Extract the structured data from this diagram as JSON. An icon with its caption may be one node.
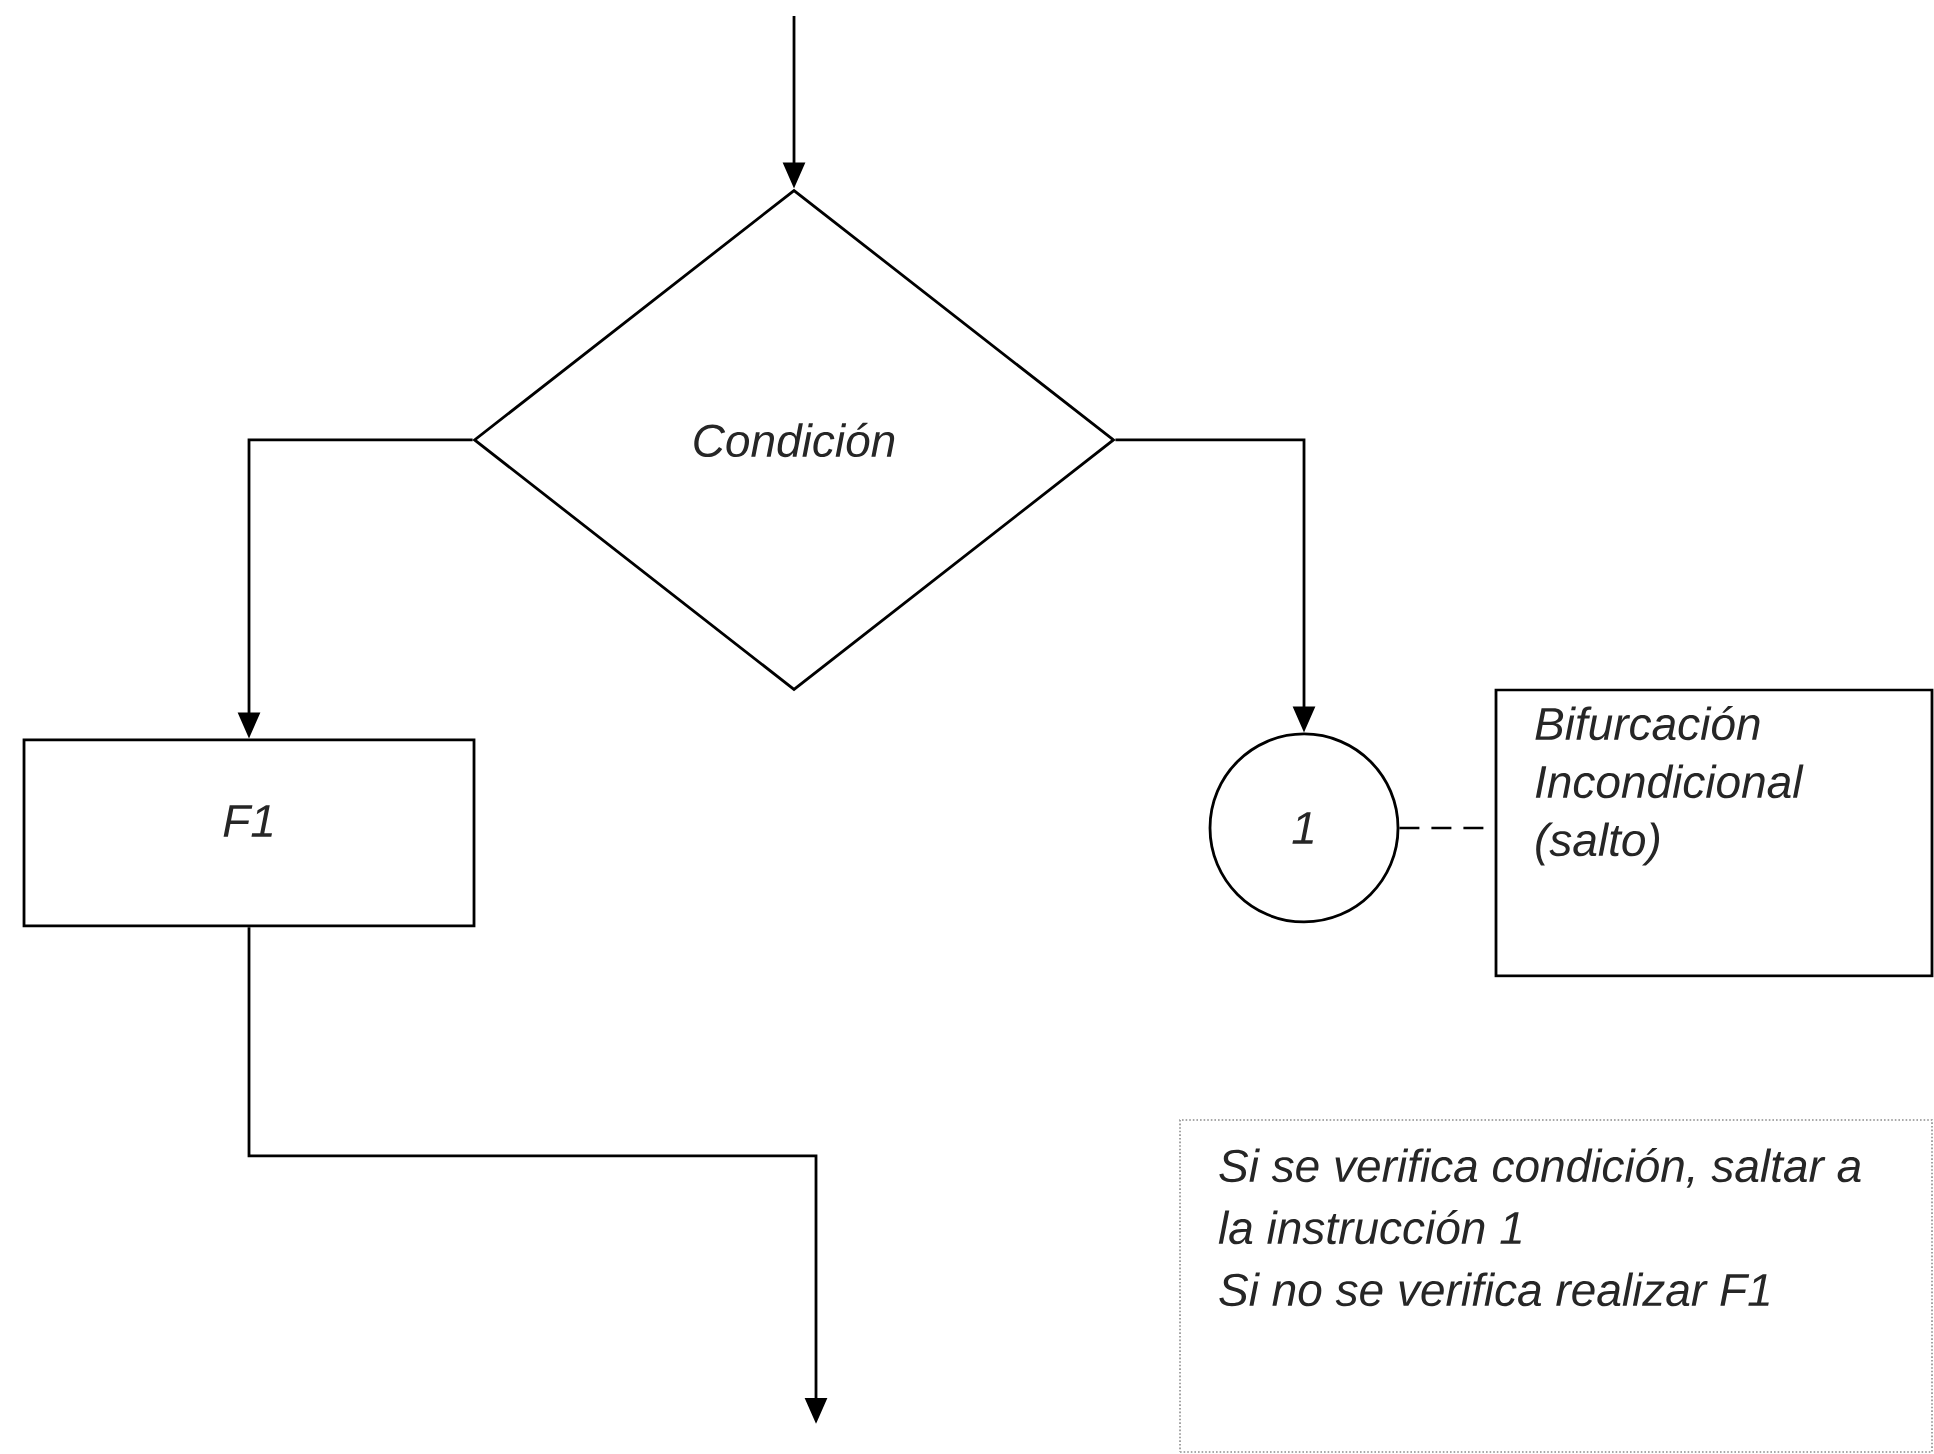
{
  "diagram": {
    "nodes": [
      {
        "text": [
          "Condición"
        ]
      },
      {
        "text": [
          "F1"
        ]
      },
      {
        "text": [
          "1"
        ]
      },
      {
        "text": [
          "Bifurcación Incondicional (salto)"
        ]
      },
      {
        "text": [
          "Si se verifica condición, saltar a la instrucción 1",
          "Si no se verifica realizar F1"
        ]
      }
    ],
    "edges": [
      {
        "from": null,
        "to": 0,
        "arrow": "to"
      },
      {
        "from": 0,
        "to": 1,
        "arrow": "to"
      },
      {
        "from": 0,
        "to": 2,
        "arrow": "to"
      },
      {
        "from": 2,
        "to": 3,
        "arrow": "none",
        "style": "dashed"
      },
      {
        "from": 1,
        "to": null,
        "arrow": "to"
      }
    ]
  }
}
